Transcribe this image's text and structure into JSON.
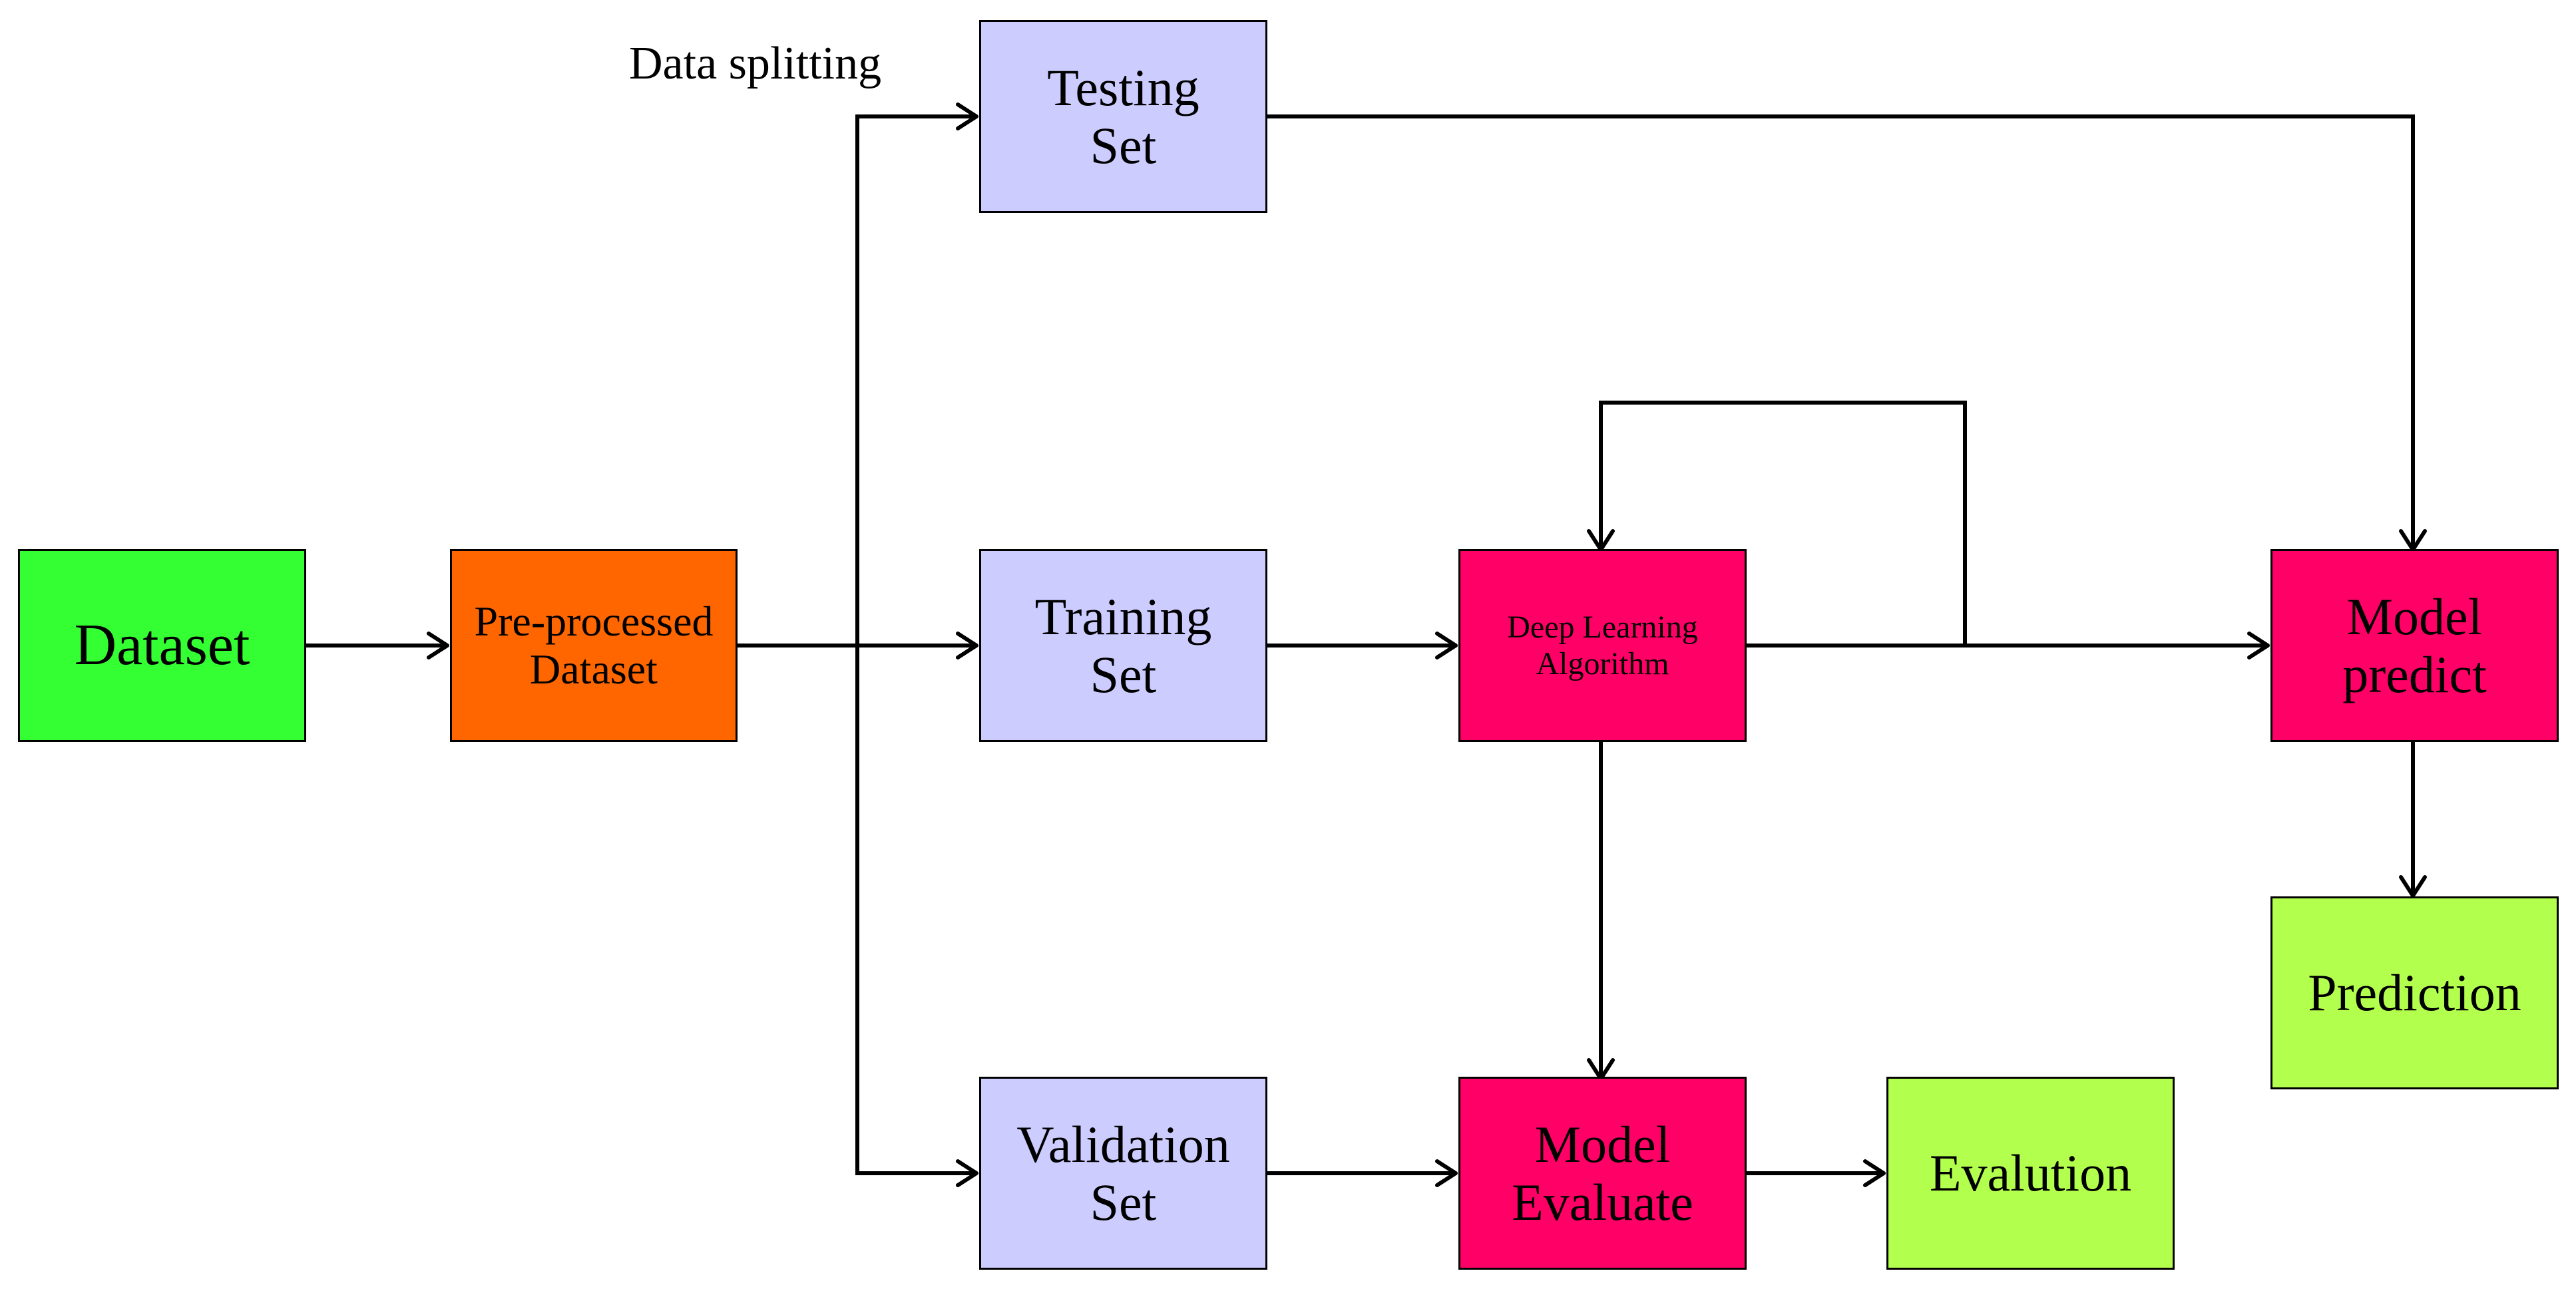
{
  "diagram": {
    "label": "Data splitting",
    "nodes": {
      "dataset": {
        "text": "Dataset",
        "color": "#33FF33"
      },
      "preprocessed": {
        "text": "Pre-processed\nDataset",
        "color": "#FF6600"
      },
      "testing": {
        "text": "Testing\nSet",
        "color": "#CCCCFF"
      },
      "training": {
        "text": "Training\nSet",
        "color": "#CCCCFF"
      },
      "validation": {
        "text": "Validation\nSet",
        "color": "#CCCCFF"
      },
      "dl": {
        "text": "Deep Learning\nAlgorithm",
        "color": "#FF0066"
      },
      "evaluate": {
        "text": "Model\nEvaluate",
        "color": "#FF0066"
      },
      "predict": {
        "text": "Model\npredict",
        "color": "#FF0066"
      },
      "evalution": {
        "text": "Evalution",
        "color": "#B3FF4D"
      },
      "prediction": {
        "text": "Prediction",
        "color": "#B3FF4D"
      }
    },
    "edges": [
      {
        "from": "dataset",
        "to": "preprocessed"
      },
      {
        "from": "preprocessed",
        "to": "testing"
      },
      {
        "from": "preprocessed",
        "to": "training"
      },
      {
        "from": "preprocessed",
        "to": "validation"
      },
      {
        "from": "training",
        "to": "dl"
      },
      {
        "from": "dl",
        "to": "dl"
      },
      {
        "from": "dl",
        "to": "predict"
      },
      {
        "from": "dl",
        "to": "evaluate"
      },
      {
        "from": "testing",
        "to": "predict"
      },
      {
        "from": "validation",
        "to": "evaluate"
      },
      {
        "from": "evaluate",
        "to": "evalution"
      },
      {
        "from": "predict",
        "to": "prediction"
      }
    ]
  }
}
